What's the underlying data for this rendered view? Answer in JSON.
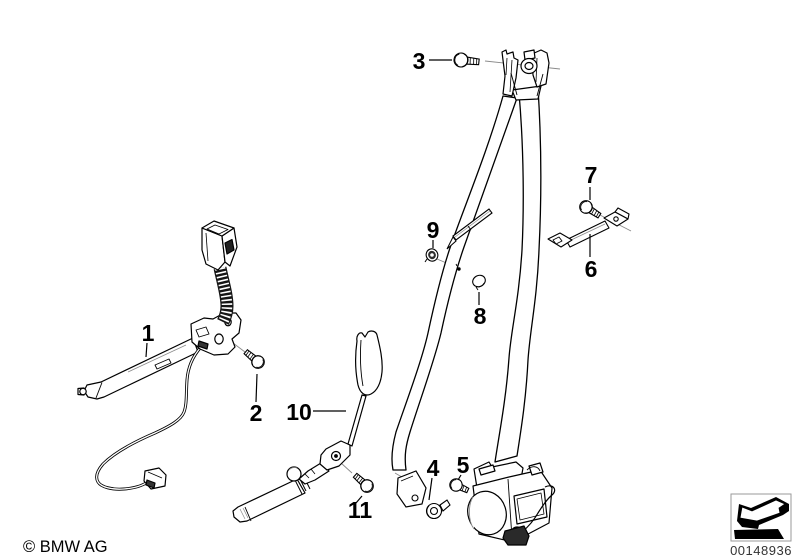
{
  "diagram": {
    "copyright": "© BMW AG",
    "image_number": "00148936"
  },
  "colors": {
    "background": "#ffffff",
    "line": "#000000",
    "leader_pointer": "#8a8a8a",
    "coil_dark": "#151515",
    "connector_dark": "#2a2a2a",
    "image_number_text": "#333333"
  },
  "callouts": [
    {
      "number": "1"
    },
    {
      "number": "2"
    },
    {
      "number": "3"
    },
    {
      "number": "4"
    },
    {
      "number": "5"
    },
    {
      "number": "6"
    },
    {
      "number": "7"
    },
    {
      "number": "8"
    },
    {
      "number": "9"
    },
    {
      "number": "10"
    },
    {
      "number": "11"
    }
  ],
  "icons": {
    "nav_arrow": "arrow-down-left-3d"
  }
}
